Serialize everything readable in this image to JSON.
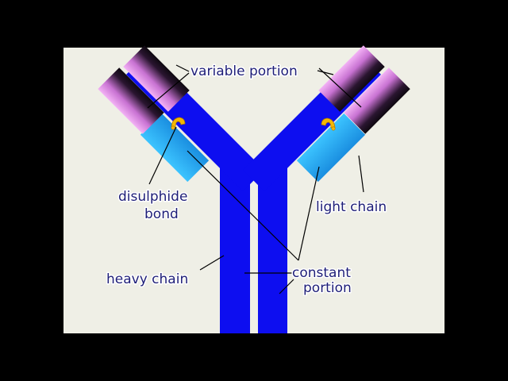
{
  "labels": {
    "variable": "variable portion",
    "disulphide_line1": "disulphide",
    "disulphide_line2": "bond",
    "light_chain": "light chain",
    "heavy_chain": "heavy chain",
    "constant_line1": "constant",
    "constant_line2": "portion"
  },
  "colors": {
    "frame": "#000000",
    "background": "#efefe6",
    "heavy_chain": "#0d0ef0",
    "light_chain": "#1da6f0",
    "variable_light": "#f0a2f2",
    "variable_dark": "#2a1530",
    "bond": "#f5b800",
    "label_text": "#1e1e78"
  },
  "icons": {
    "disulphide_bond": "bond-icon"
  }
}
